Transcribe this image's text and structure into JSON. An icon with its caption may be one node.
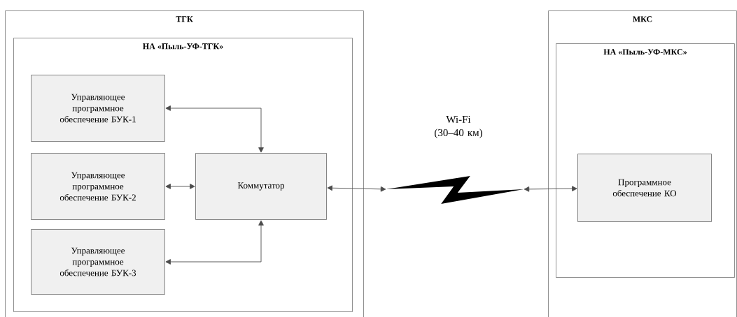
{
  "diagram": {
    "nodes": [
      {
        "text": [
          "ТГК"
        ]
      },
      {
        "text": [
          "НА «Пыль-УФ-ТГК»"
        ],
        "in": 0
      },
      {
        "text": [
          "Управляющее программное обеспечение БУК-1"
        ],
        "in": 1
      },
      {
        "text": [
          "Управляющее программное обеспечение БУК-2"
        ],
        "in": 1
      },
      {
        "text": [
          "Управляющее программное обеспечение БУК-3"
        ],
        "in": 1
      },
      {
        "text": [
          "Коммутатор"
        ],
        "in": 1
      },
      {
        "text": [
          "МКС"
        ]
      },
      {
        "text": [
          "НА «Пыль-УФ-МКС»"
        ],
        "in": 6
      },
      {
        "text": [
          "Программное обеспечение КО"
        ],
        "in": 7
      },
      {
        "text": [],
        "shape": "picture"
      }
    ],
    "edges": [
      {
        "from": 2,
        "to": 5,
        "arrow": "both"
      },
      {
        "from": 3,
        "to": 5,
        "arrow": "both"
      },
      {
        "from": 4,
        "to": 5,
        "arrow": "both"
      },
      {
        "from": 5,
        "to": 9,
        "arrow": "both"
      },
      {
        "from": 9,
        "to": 8,
        "arrow": "both"
      }
    ],
    "labels": [
      "Wi-Fi (30–40 км)"
    ]
  }
}
